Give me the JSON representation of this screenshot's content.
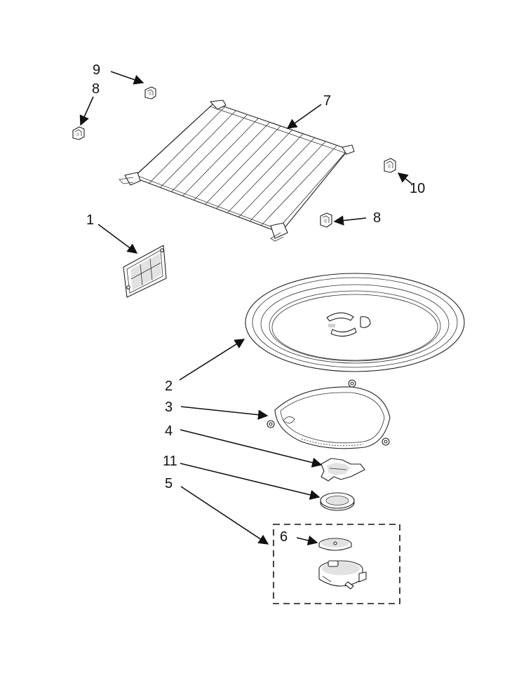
{
  "callouts": {
    "c9": "9",
    "c8a": "8",
    "c7": "7",
    "c10": "10",
    "c8b": "8",
    "c1": "1",
    "c2": "2",
    "c3": "3",
    "c4": "4",
    "c11": "11",
    "c5": "5",
    "c6": "6"
  },
  "colors": {
    "line": "#111111",
    "background": "#ffffff",
    "shade": "#e2e2e2"
  }
}
